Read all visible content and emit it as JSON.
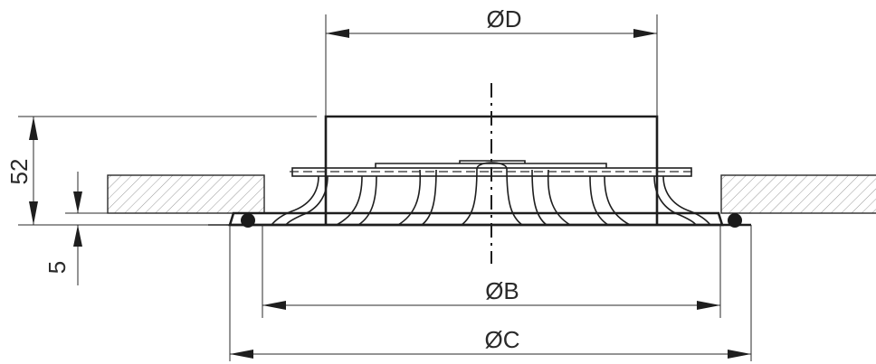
{
  "dimensions": {
    "d_label": "ØD",
    "b_label": "ØB",
    "c_label": "ØC",
    "height_label": "52",
    "offset_label": "5"
  },
  "colors": {
    "line": "#1e1e1e",
    "hatch": "#9a9a9a",
    "background": "#ffffff"
  }
}
